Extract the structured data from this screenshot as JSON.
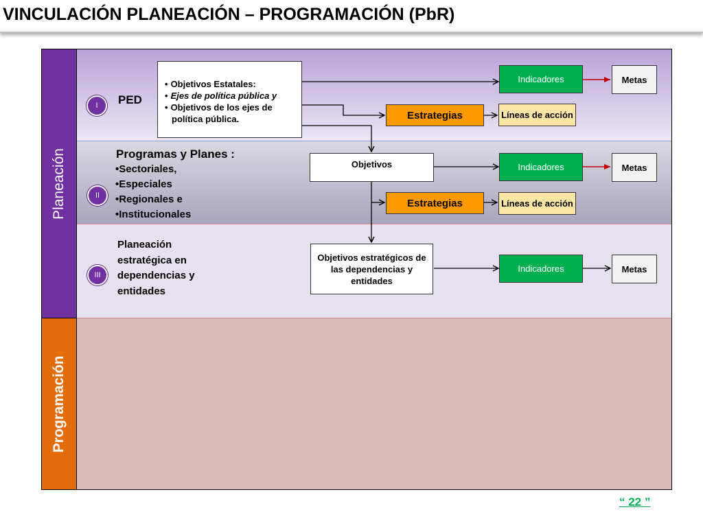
{
  "header": {
    "title": "VINCULACIÓN PLANEACIÓN – PROGRAMACIÓN (PbR)"
  },
  "side": {
    "planeacion": "Planeación",
    "programacion": "Programación"
  },
  "rows": [
    {
      "number": "I",
      "label": "PED",
      "source_items": [
        "Objetivos Estatales:",
        "Ejes de política pública y",
        "Objetivos de los ejes de política pública."
      ],
      "indicadores": "Indicadores",
      "metas": "Metas",
      "estrategias": "Estrategias",
      "lineas": "Líneas de acción"
    },
    {
      "number": "II",
      "heading": "Programas y Planes :",
      "items": [
        "Sectoriales,",
        "Especiales",
        "Regionales e",
        "Institucionales"
      ],
      "objetivos": "Objetivos",
      "indicadores": "Indicadores",
      "metas": "Metas",
      "estrategias": "Estrategias",
      "lineas": "Líneas de acción"
    },
    {
      "number": "III",
      "label": "Planeación estratégica en dependencias y entidades",
      "objetivos": "Objetivos estratégicos de las dependencias y entidades",
      "indicadores": "Indicadores",
      "metas": "Metas"
    }
  ],
  "colors": {
    "planeacion": "#7030a0",
    "programacion": "#e36c0a",
    "indicadores": "#00b050",
    "estrategias": "#ff9900",
    "lineas": "#fce5a5"
  },
  "page_number": "“ 22 ”"
}
